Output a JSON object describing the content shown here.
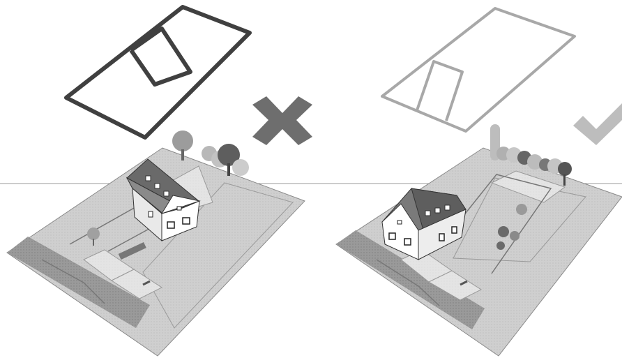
{
  "panels": [
    {
      "id": "incorrect",
      "verdict": "incorrect",
      "verdict_icon": "cross-icon",
      "verdict_color": "#6e6e6e",
      "plan_stroke_color": "#404040"
    },
    {
      "id": "correct",
      "verdict": "correct",
      "verdict_icon": "check-icon",
      "verdict_color": "#bdbdbd",
      "plan_stroke_color": "#a8a8a8"
    }
  ],
  "colors": {
    "ground": "#cdcdcd",
    "ground_dark": "#a9a9a9",
    "street": "#8e8e8e",
    "path": "#e6e6e6",
    "roof": "#6f6f6f",
    "wall": "#ffffff",
    "tree_dark": "#6a6a6a",
    "tree_light": "#b4b4b4"
  }
}
